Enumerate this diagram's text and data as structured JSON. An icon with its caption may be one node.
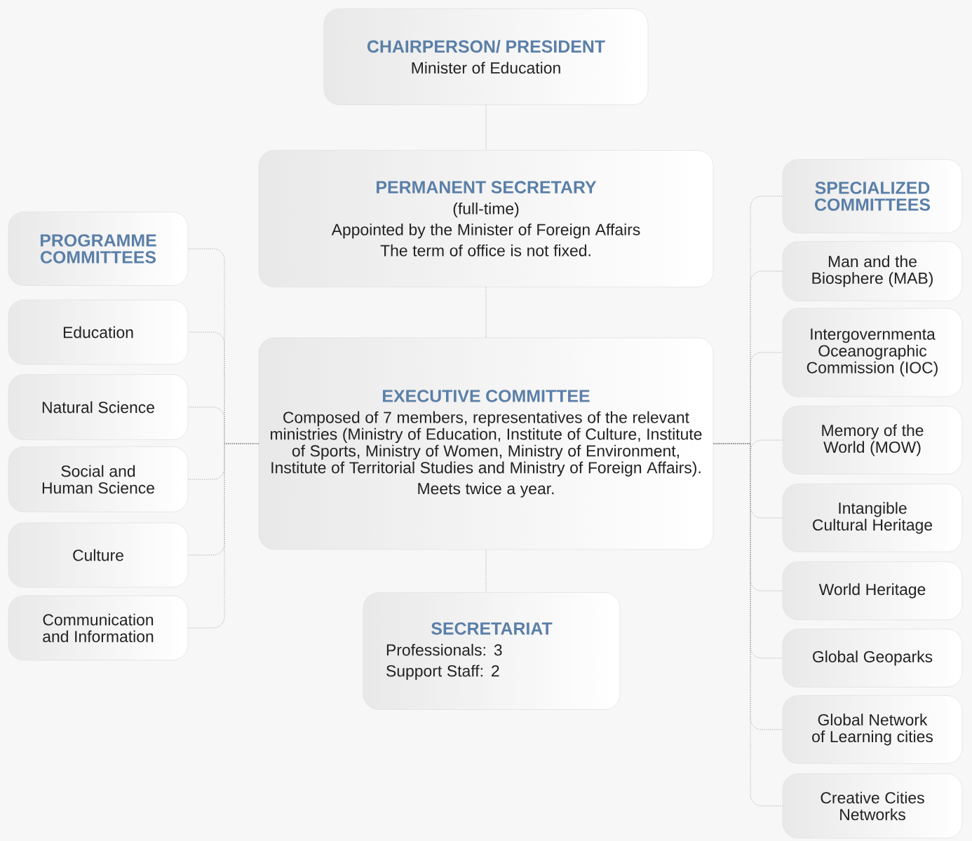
{
  "diagram": {
    "nodes": [
      {
        "text": [
          "CHAIRPERSON/ PRESIDENT",
          "Minister of Education"
        ]
      },
      {
        "text": [
          "PERMANENT SECRETARY",
          "(full-time)",
          "Appointed by the Minister of Foreign Affairs",
          "The term of office is not fixed."
        ]
      },
      {
        "text": [
          "EXECUTIVE COMMITTEE",
          "Composed of 7 members, representatives of the relevant ministries (Ministry of Education, Institute of Culture, Institute of Sports, Ministry of Women, Ministry of Environment, Institute of Territorial Studies and Ministry of Foreign Affairs).",
          "Meets twice a year."
        ]
      },
      {
        "text": [
          "SECRETARIAT",
          "Professionals: 3",
          "Support Staff: 2"
        ]
      },
      {
        "text": [
          "PROGRAMME COMMITTEES"
        ]
      },
      {
        "text": [
          "Education"
        ]
      },
      {
        "text": [
          "Natural Science"
        ]
      },
      {
        "text": [
          "Social and Human Science"
        ]
      },
      {
        "text": [
          "Culture"
        ]
      },
      {
        "text": [
          "Communication and Information"
        ]
      },
      {
        "text": [
          "SPECIALIZED COMMITTEES"
        ]
      },
      {
        "text": [
          "Man and the Biosphere (MAB)"
        ]
      },
      {
        "text": [
          "Intergovernmenta Oceanographic Commission (IOC)"
        ]
      },
      {
        "text": [
          "Memory of the World (MOW)"
        ]
      },
      {
        "text": [
          "Intangible Cultural Heritage"
        ]
      },
      {
        "text": [
          "World Heritage"
        ]
      },
      {
        "text": [
          "Global Geoparks"
        ]
      },
      {
        "text": [
          "Global Network of Learning cities"
        ]
      },
      {
        "text": [
          "Creative Cities Networks"
        ]
      }
    ],
    "edges": [
      {
        "from": 0,
        "to": 1,
        "arrow": "none"
      },
      {
        "from": 1,
        "to": 2,
        "arrow": "none"
      },
      {
        "from": 2,
        "to": 3,
        "arrow": "none"
      },
      {
        "from": 2,
        "to": 4,
        "arrow": "none"
      },
      {
        "from": 2,
        "to": 5,
        "arrow": "none"
      },
      {
        "from": 2,
        "to": 6,
        "arrow": "none"
      },
      {
        "from": 2,
        "to": 7,
        "arrow": "none"
      },
      {
        "from": 2,
        "to": 8,
        "arrow": "none"
      },
      {
        "from": 2,
        "to": 9,
        "arrow": "none"
      },
      {
        "from": 2,
        "to": 10,
        "arrow": "none"
      },
      {
        "from": 2,
        "to": 11,
        "arrow": "none"
      },
      {
        "from": 2,
        "to": 12,
        "arrow": "none"
      },
      {
        "from": 2,
        "to": 13,
        "arrow": "none"
      },
      {
        "from": 2,
        "to": 14,
        "arrow": "none"
      },
      {
        "from": 2,
        "to": 15,
        "arrow": "none"
      },
      {
        "from": 2,
        "to": 16,
        "arrow": "none"
      },
      {
        "from": 2,
        "to": 17,
        "arrow": "none"
      },
      {
        "from": 2,
        "to": 18,
        "arrow": "none"
      }
    ]
  }
}
